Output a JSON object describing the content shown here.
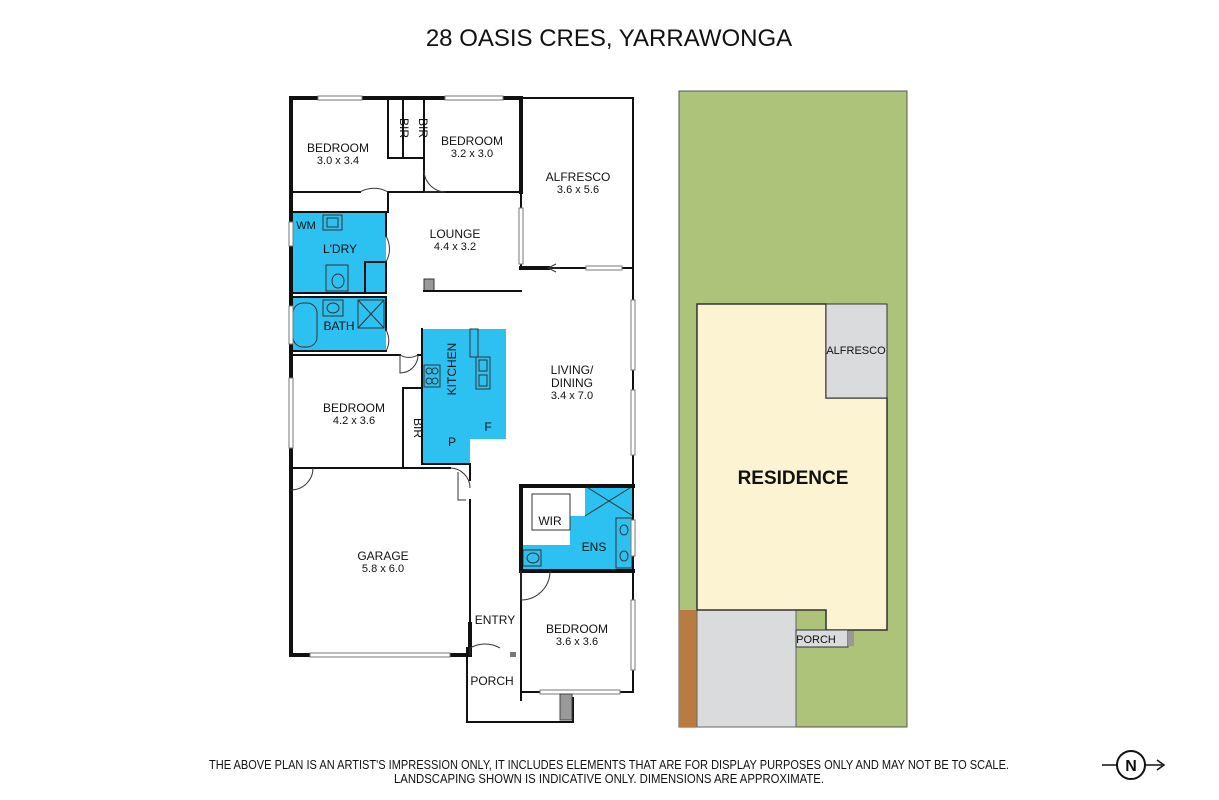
{
  "title": "28 OASIS CRES, YARRAWONGA",
  "rooms": {
    "bedroom_nw": {
      "label": "BEDROOM",
      "dims": "3.0 x 3.4"
    },
    "bedroom_n": {
      "label": "BEDROOM",
      "dims": "3.2 x 3.0"
    },
    "alfresco": {
      "label": "ALFRESCO",
      "dims": "3.6 x 5.6"
    },
    "lounge": {
      "label": "LOUNGE",
      "dims": "4.4 x 3.2"
    },
    "laundry": {
      "label": "L'DRY"
    },
    "wm": {
      "label": "WM"
    },
    "bath": {
      "label": "BATH"
    },
    "kitchen": {
      "label": "KITCHEN"
    },
    "pantry": {
      "label": "P"
    },
    "fridge": {
      "label": "F"
    },
    "living": {
      "label1": "LIVING/",
      "label2": "DINING",
      "dims": "3.4 x 7.0"
    },
    "bedroom_w": {
      "label": "BEDROOM",
      "dims": "4.2 x 3.6"
    },
    "bir": {
      "label": "BIR"
    },
    "garage": {
      "label": "GARAGE",
      "dims": "5.8 x 6.0"
    },
    "wir": {
      "label": "WIR"
    },
    "ens": {
      "label": "ENS"
    },
    "entry": {
      "label": "ENTRY"
    },
    "bedroom_s": {
      "label": "BEDROOM",
      "dims": "3.6 x 3.6"
    },
    "porch": {
      "label": "PORCH"
    }
  },
  "site": {
    "residence": "RESIDENCE",
    "alfresco": "ALFRESCO",
    "porch": "PORCH"
  },
  "colors": {
    "wet_area": "#2cc1f0",
    "lawn": "#adc379",
    "residence": "#fbf3d1",
    "paving": "#d9dbdc",
    "fence": "#b87c42"
  },
  "disclaimer": {
    "line1": "THE ABOVE PLAN IS AN ARTIST'S IMPRESSION ONLY, IT INCLUDES ELEMENTS THAT ARE FOR DISPLAY PURPOSES ONLY AND MAY NOT BE TO SCALE.",
    "line2": "LANDSCAPING SHOWN IS INDICATIVE ONLY. DIMENSIONS ARE APPROXIMATE."
  },
  "compass": {
    "letter": "N"
  }
}
